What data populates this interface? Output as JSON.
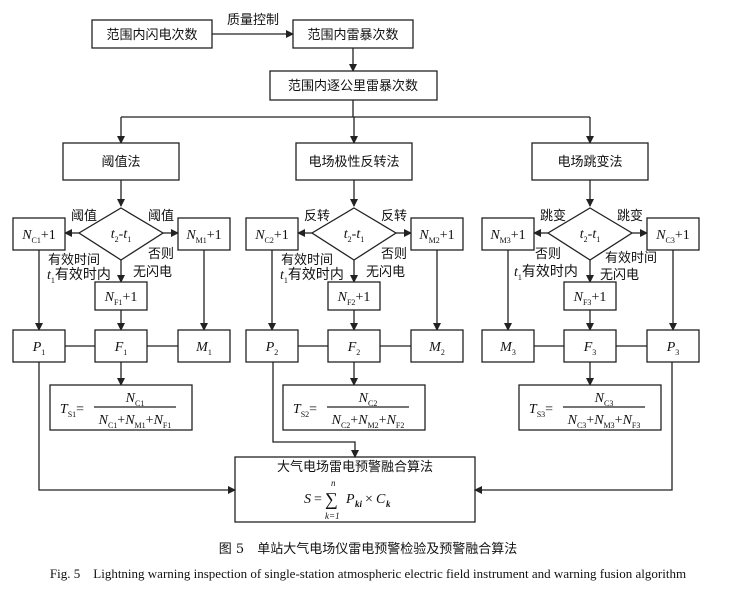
{
  "top": {
    "lightning_count": "范围内闪电次数",
    "quality_control": "质量控制",
    "thunderstorm_count": "范围内雷暴次数",
    "km_thunderstorm_count": "范围内逐公里雷暴次数"
  },
  "diamond": {
    "a": {
      "var": "t",
      "sub": "2"
    },
    "op": "-",
    "b": {
      "var": "t",
      "sub": "1"
    }
  },
  "conditions": {
    "valid_time": "有效时间",
    "t1_var": "t",
    "t1_sub": "1",
    "t1_text": "有效时内",
    "else": "否则",
    "no_lightning": "无闪电"
  },
  "methods": [
    {
      "name": "阈值法",
      "branch_label": "阈值",
      "counter_left": {
        "var": "N",
        "sub": "C1",
        "suffix": "+1"
      },
      "counter_right": {
        "var": "N",
        "sub": "M1",
        "suffix": "+1"
      },
      "counter_mid": {
        "var": "N",
        "sub": "F1",
        "suffix": "+1"
      },
      "out_left": {
        "var": "P",
        "sub": "1"
      },
      "out_mid": {
        "var": "F",
        "sub": "1"
      },
      "out_right": {
        "var": "M",
        "sub": "1"
      },
      "formula": {
        "lhs": {
          "var": "T",
          "sub": "S1"
        },
        "numerator": {
          "var": "N",
          "sub": "C1"
        },
        "denominator": [
          {
            "var": "N",
            "sub": "C1"
          },
          {
            "var": "N",
            "sub": "M1"
          },
          {
            "var": "N",
            "sub": "F1"
          }
        ]
      }
    },
    {
      "name": "电场极性反转法",
      "branch_label": "反转",
      "counter_left": {
        "var": "N",
        "sub": "C2",
        "suffix": "+1"
      },
      "counter_right": {
        "var": "N",
        "sub": "M2",
        "suffix": "+1"
      },
      "counter_mid": {
        "var": "N",
        "sub": "F2",
        "suffix": "+1"
      },
      "out_left": {
        "var": "P",
        "sub": "2"
      },
      "out_mid": {
        "var": "F",
        "sub": "2"
      },
      "out_right": {
        "var": "M",
        "sub": "2"
      },
      "formula": {
        "lhs": {
          "var": "T",
          "sub": "S2"
        },
        "numerator": {
          "var": "N",
          "sub": "C2"
        },
        "denominator": [
          {
            "var": "N",
            "sub": "C2"
          },
          {
            "var": "N",
            "sub": "M2"
          },
          {
            "var": "N",
            "sub": "F2"
          }
        ]
      }
    },
    {
      "name": "电场跳变法",
      "branch_label": "跳变",
      "counter_left": {
        "var": "N",
        "sub": "M3",
        "suffix": "+1"
      },
      "counter_right": {
        "var": "N",
        "sub": "C3",
        "suffix": "+1"
      },
      "counter_mid": {
        "var": "N",
        "sub": "F3",
        "suffix": "+1"
      },
      "out_left": {
        "var": "M",
        "sub": "3"
      },
      "out_mid": {
        "var": "F",
        "sub": "3"
      },
      "out_right": {
        "var": "P",
        "sub": "3"
      },
      "formula": {
        "lhs": {
          "var": "T",
          "sub": "S3"
        },
        "numerator": {
          "var": "N",
          "sub": "C3"
        },
        "denominator": [
          {
            "var": "N",
            "sub": "C3"
          },
          {
            "var": "N",
            "sub": "M3"
          },
          {
            "var": "N",
            "sub": "F3"
          }
        ]
      }
    }
  ],
  "fusion": {
    "title": "大气电场雷电预警融合算法",
    "lhs": "S",
    "eq": "=",
    "sum": "∑",
    "upper": "n",
    "lower": "k=1",
    "p_var": "P",
    "p_sub": "ki",
    "times": "×",
    "c_var": "C",
    "c_sub": "k"
  },
  "caption": {
    "cn": "图 5　单站大气电场仪雷电预警检验及预警融合算法",
    "en": "Fig. 5　Lightning warning inspection of single-station atmospheric electric field instrument and warning fusion algorithm"
  }
}
